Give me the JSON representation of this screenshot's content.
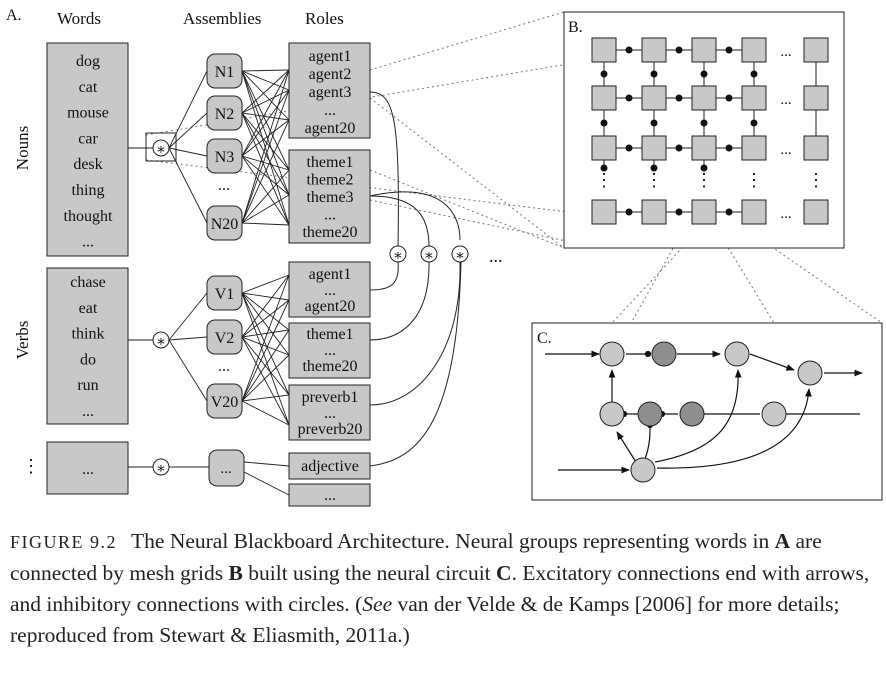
{
  "panel_labels": {
    "a": "A.",
    "b": "B.",
    "c": "C."
  },
  "headers": {
    "words": "Words",
    "assemblies": "Assemblies",
    "roles": "Roles"
  },
  "side_labels": {
    "nouns": "Nouns",
    "verbs": "Verbs",
    "more": "⋮"
  },
  "noun_words": [
    "dog",
    "cat",
    "mouse",
    "car",
    "desk",
    "thing",
    "thought",
    "..."
  ],
  "verb_words": [
    "chase",
    "eat",
    "think",
    "do",
    "run",
    "..."
  ],
  "other_word": "...",
  "noun_assemblies": [
    "N1",
    "N2",
    "N3",
    "...",
    "N20"
  ],
  "verb_assemblies": [
    "V1",
    "V2",
    "...",
    "V20"
  ],
  "other_assembly": "...",
  "roles": {
    "agent_noun": [
      "agent1",
      "agent2",
      "agent3",
      "...",
      "agent20"
    ],
    "theme_noun": [
      "theme1",
      "theme2",
      "theme3",
      "...",
      "theme20"
    ],
    "agent_verb": [
      "agent1",
      "...",
      "agent20"
    ],
    "theme_verb": [
      "theme1",
      "...",
      "theme20"
    ],
    "preverb": [
      "preverb1",
      "...",
      "preverb20"
    ],
    "adjective": [
      "adjective"
    ],
    "other": [
      "..."
    ]
  },
  "gate_symbol": "∗",
  "ellipsis": "...",
  "grid_dots": "⋮",
  "caption": {
    "label": "FIGURE 9.2",
    "t1": "The Neural Blackboard Architecture. Neural groups representing words in ",
    "b1": "A",
    "t2": " are connected by mesh grids ",
    "b2": "B",
    "t3": " built using the neural circuit ",
    "b3": "C",
    "t4": ". Excitatory connections end with arrows, and inhibitory connections with circles. (",
    "i1": "See",
    "t5": " van der Velde & de Kamps [2006] for more details; reproduced from Stewart & Eliasmith, 2011a.)"
  },
  "colors": {
    "fill": "#c8c8c8",
    "dark_fill": "#8e8e8e",
    "stroke": "#222222",
    "dotted": "#777777"
  }
}
